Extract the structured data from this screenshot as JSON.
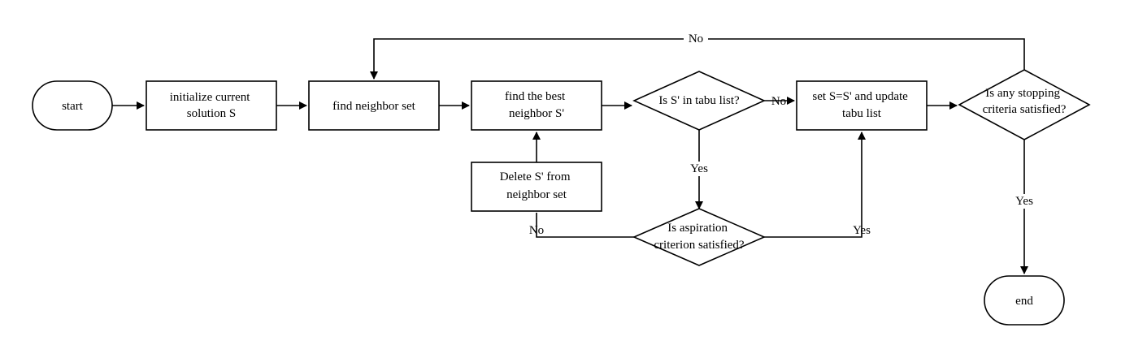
{
  "nodes": {
    "start": {
      "lines": [
        "start"
      ]
    },
    "init": {
      "lines": [
        "initialize current",
        "solution S"
      ]
    },
    "neighbor": {
      "lines": [
        "find neighbor set"
      ]
    },
    "best": {
      "lines": [
        "find the best",
        "neighbor S'"
      ]
    },
    "tabu_check": {
      "lines": [
        "Is S' in tabu list?"
      ]
    },
    "update": {
      "lines": [
        "set S=S' and update",
        "tabu list"
      ]
    },
    "stop_check": {
      "lines": [
        "Is any stopping",
        "criteria satisfied?"
      ]
    },
    "delete": {
      "lines": [
        "Delete S' from",
        "neighbor set"
      ]
    },
    "aspiration": {
      "lines": [
        "Is aspiration",
        "criterion satisfied?"
      ]
    },
    "end": {
      "lines": [
        "end"
      ]
    }
  },
  "edge_labels": {
    "stop_no": "No",
    "tabu_no": "No",
    "tabu_yes": "Yes",
    "aspiration_no": "No",
    "aspiration_yes": "Yes",
    "stop_yes": "Yes"
  }
}
